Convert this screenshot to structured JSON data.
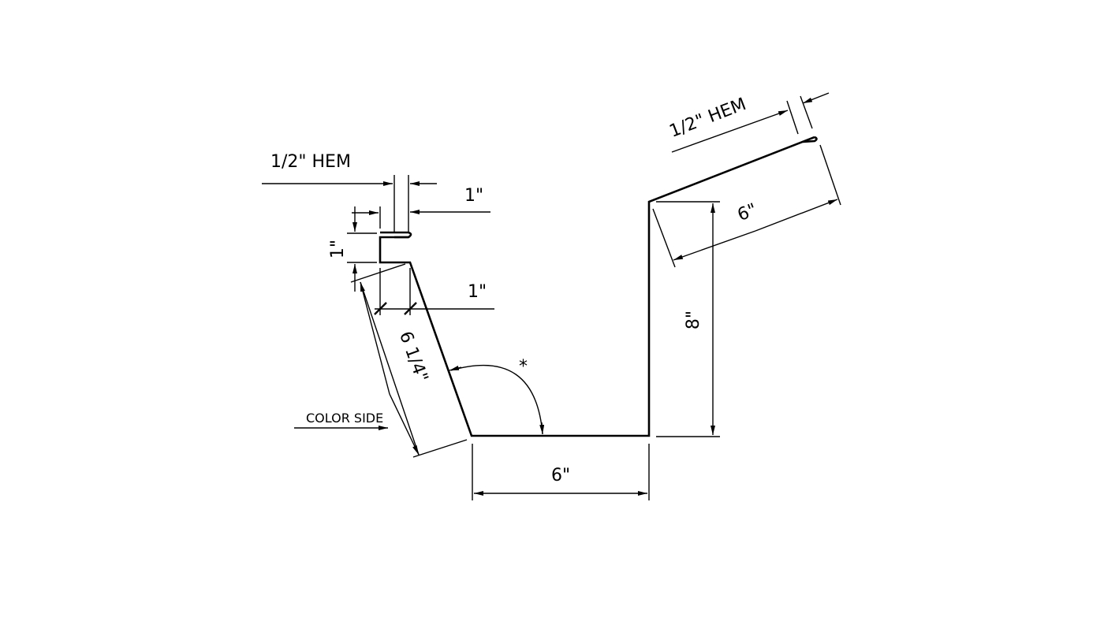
{
  "diagram": {
    "title": "Gutter profile drawing",
    "labels": {
      "left_hem": "1/2\" HEM",
      "right_hem": "1/2\" HEM",
      "top_offset": "1\"",
      "vertical_step": "1\"",
      "horizontal_step": "1\"",
      "slanted_face": "6 1/4\"",
      "angle_marker": "*",
      "color_side": "COLOR SIDE",
      "bottom_width": "6\"",
      "back_height": "8\"",
      "back_flange": "6\""
    },
    "colors": {
      "line": "#000000",
      "background": "#ffffff"
    }
  }
}
